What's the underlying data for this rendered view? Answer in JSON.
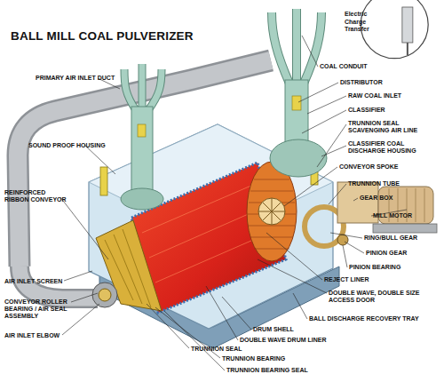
{
  "diagram": {
    "title": "BALL MILL COAL PULVERIZER",
    "nodes": [
      {
        "text": [
          "Electric Charge Transfer"
        ]
      }
    ],
    "labels": [
      "PRIMARY AIR INLET DUCT",
      "SOUND PROOF HOUSING",
      "REINFORCED RIBBON CONVEYOR",
      "AIR INLET SCREEN",
      "CONVEYOR ROLLER BEARING / AIR SEAL ASSEMBLY",
      "AIR INLET ELBOW",
      "TRUNNION SEAL",
      "TRUNNION BEARING",
      "TRUNNION BEARING SEAL",
      "DRUM SHELL",
      "DOUBLE WAVE DRUM LINER",
      "BALL DISCHARGE RECOVERY TRAY",
      "DOUBLE WAVE, DOUBLE SIZE ACCESS DOOR",
      "REJECT LINER",
      "PINION BEARING",
      "PINION GEAR",
      "RING/BULL GEAR",
      "MILL MOTOR",
      "GEAR BOX",
      "TRUNNION TUBE",
      "CONVEYOR SPOKE",
      "CLASSIFIER COAL DISCHARGE HOUSING",
      "TRUNNION SEAL SCAVENGING AIR LINE",
      "CLASSIFIER",
      "RAW COAL INLET",
      "DISTRIBUTOR",
      "COAL CONDUIT"
    ]
  }
}
